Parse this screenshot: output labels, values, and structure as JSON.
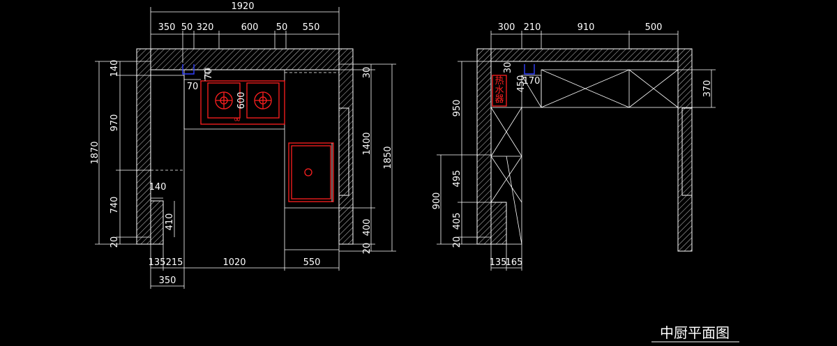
{
  "title": "中厨平面图",
  "left_plan": {
    "top_dims": {
      "total": "1920",
      "segments": [
        "350",
        "50",
        "320",
        "600",
        "50",
        "550"
      ]
    },
    "left_dims": {
      "total": "1870",
      "segments": [
        "140",
        "970",
        "740",
        "20"
      ]
    },
    "right_dims": {
      "total": "1850",
      "segments": [
        "30",
        "1400",
        "400",
        "20"
      ]
    },
    "bottom_dims": {
      "segments": [
        "135",
        "215",
        "1020",
        "550"
      ],
      "lower": "350"
    },
    "inner_dims": {
      "a": "70",
      "b": "70",
      "c": "600",
      "d": "140",
      "e": "410"
    },
    "stove_knobs": "∞"
  },
  "right_plan": {
    "top_dims": {
      "segments": [
        "300",
        "210",
        "910",
        "500"
      ]
    },
    "left_dims": {
      "segments": [
        "950",
        "495",
        "405",
        "20"
      ],
      "total": "900"
    },
    "right_dims": {
      "a": "370"
    },
    "bottom_dims": {
      "segments": [
        "135",
        "165"
      ]
    },
    "inner_dims": {
      "a": "30",
      "b": "450",
      "c": "170"
    },
    "heater_label": [
      "热",
      "水",
      "器"
    ]
  },
  "colors": {
    "background": "#000000",
    "lines": "#ffffff",
    "appliance": "#ff2020",
    "pipe": "#3040ff"
  }
}
